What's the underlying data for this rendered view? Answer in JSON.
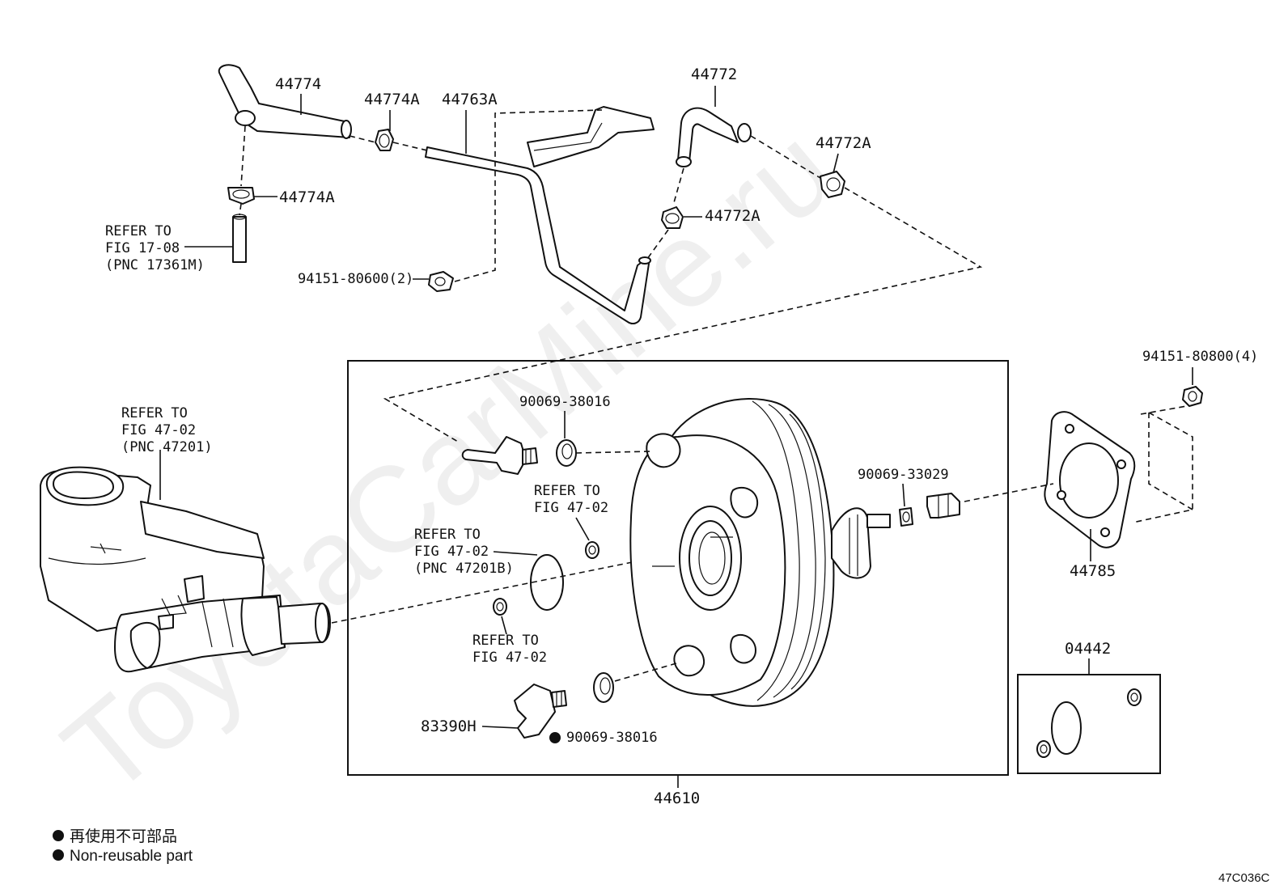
{
  "watermark": "ToyotaCarMine.ru",
  "figure_code": "47C036C",
  "legend": {
    "line_jp": "再使用不可部品",
    "line_en": "Non-reusable part",
    "symbol": "filled-circle"
  },
  "callouts": {
    "p44774": "44774",
    "p44774A_top": "44774A",
    "p44763A": "44763A",
    "p44774A_left": "44774A",
    "ref_17_08": [
      "REFER TO",
      "FIG 17-08",
      "(PNC 17361M)"
    ],
    "p94151_80600": "94151-80600(2)",
    "p44772": "44772",
    "p44772A_right": "44772A",
    "p44772A_mid": "44772A",
    "p94151_80800": "94151-80800(4)",
    "ref_47_02_a": [
      "REFER TO",
      "FIG 47-02",
      "(PNC 47201)"
    ],
    "p90069_38016_top": "90069-38016",
    "ref_47_02_b": [
      "REFER TO",
      "FIG 47-02"
    ],
    "ref_47_02_c": [
      "REFER TO",
      "FIG 47-02",
      "(PNC 47201B)"
    ],
    "ref_47_02_d": [
      "REFER TO",
      "FIG 47-02"
    ],
    "p90069_33029": "90069-33029",
    "p44785": "44785",
    "p04442": "04442",
    "p83390H": "83390H",
    "p90069_38016_bottom": "90069-38016",
    "p44610": "44610"
  }
}
